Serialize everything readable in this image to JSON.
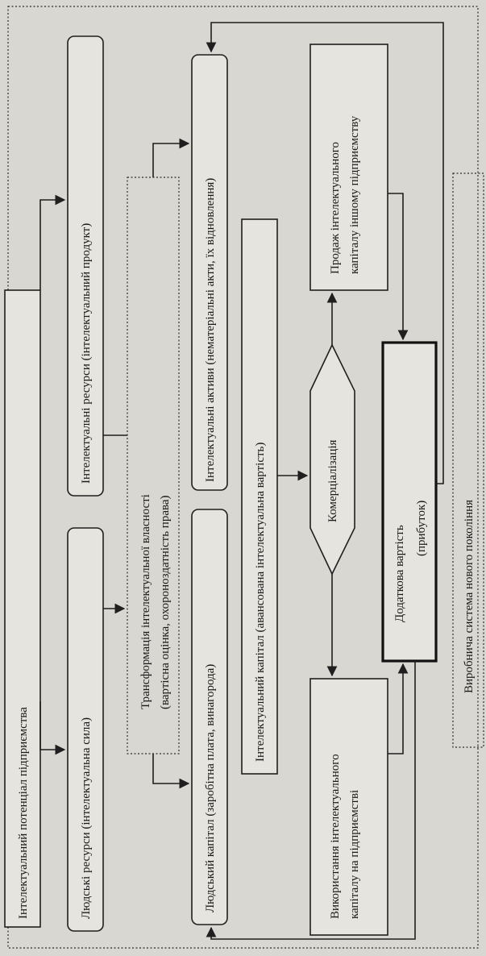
{
  "diagram": {
    "potential": "Інтелектуальний  потенціал  підприємства",
    "human_resources": "Людські ресурси (інтелектуальна сила)",
    "intellectual_resources": "Інтелектуальні ресурси (інтелектуальний продукт)",
    "transformation_line1": "Трансформація  інтелектуальної  власності",
    "transformation_line2": "(вартісна  оцінка,  охороноздатність права)",
    "human_capital": "Людський капітал  (заробітна плата, винагорода)",
    "intellectual_assets": "Інтелектуальні  активи  (нематеріальні  акти,  їх  відновлення)",
    "intellectual_capital": "Інтелектуальний  капітал (авансована  інтелектуальна  вартість)",
    "commercialization": "Комерціалізація",
    "use_line1": "Використання  інтелектуального",
    "use_line2": "капіталу на підприємстві",
    "sale_line1": "Продаж  інтелектуального",
    "sale_line2": "капіталу іншому підприємству",
    "value_line1": "Додаткова  вартість",
    "value_line2": "(прибуток)",
    "production_system": "Виробнича  система  нового  покоління"
  }
}
